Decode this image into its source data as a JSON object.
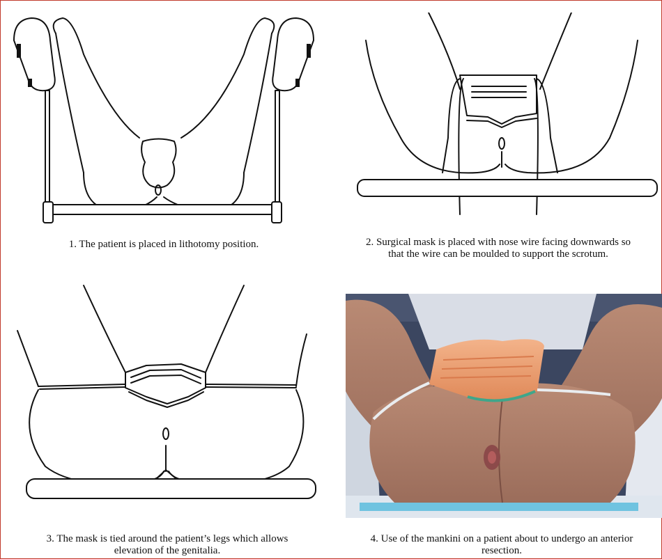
{
  "figure": {
    "border_color": "#c0392b",
    "panels": [
      {
        "caption_line1": "1. The patient is placed in lithotomy position.",
        "caption_line2": ""
      },
      {
        "caption_line1": "2. Surgical mask is placed with nose wire facing downwards so",
        "caption_line2": "that the wire can be moulded to support the scrotum."
      },
      {
        "caption_line1": "3. The mask is tied around the patient’s legs which allows",
        "caption_line2": "elevation of the genitalia."
      },
      {
        "caption_line1": "4. Use of the mankini on a patient about to undergo an anterior",
        "caption_line2": "resection."
      }
    ]
  }
}
